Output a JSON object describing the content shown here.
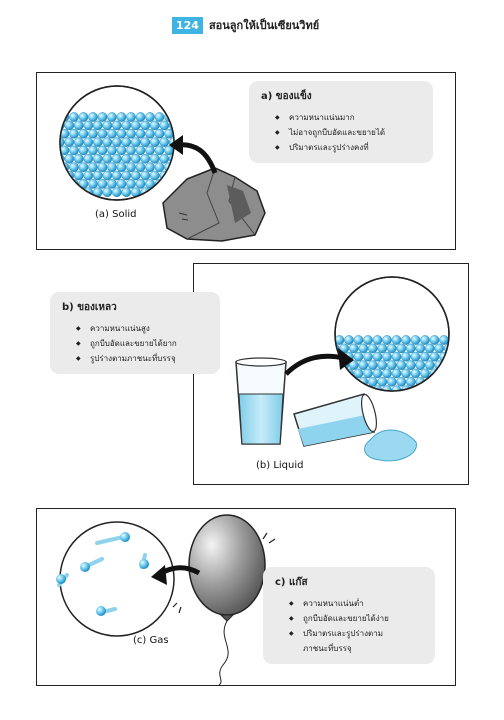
{
  "header": {
    "page_number": "124",
    "title": "สอนลูกให้เป็นเซียนวิทย์"
  },
  "solid": {
    "heading": "a)  ของแข็ง",
    "caption": "(a) Solid",
    "items": [
      "ความหนาแน่นมาก",
      "ไม่อาจถูกบีบอัดและขยายได้",
      "ปริมาตรและรูปร่างคงที่"
    ]
  },
  "liquid": {
    "heading": "b)  ของเหลว",
    "caption": "(b) Liquid",
    "items": [
      "ความหนาแน่นสูง",
      "ถูกบีบอัดและขยายได้ยาก",
      "รูปร่างตามภาชนะที่บรรจุ"
    ]
  },
  "gas": {
    "heading": "c)  แก๊ส",
    "caption": "(c) Gas",
    "items": [
      "ความหนาแน่นต่ำ",
      "ถูกบีบอัดและขยายได้ง่าย",
      "ปริมาตรและรูปร่างตาม",
      "ภาชนะที่บรรจุ"
    ]
  },
  "colors": {
    "accent": "#3fb3e2",
    "panel_gray": "#ebebeb"
  }
}
